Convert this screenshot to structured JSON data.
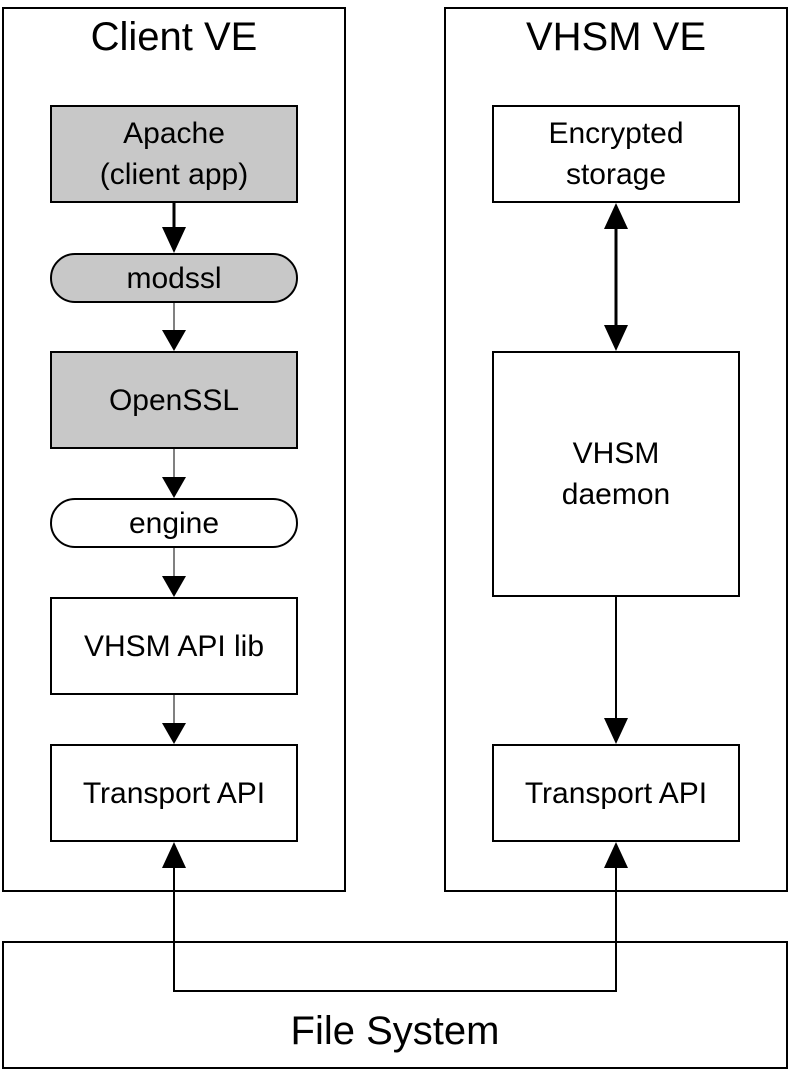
{
  "diagram": {
    "client_ve": {
      "title": "Client VE",
      "apache": {
        "line1": "Apache",
        "line2": "(client app)"
      },
      "modssl": "modssl",
      "openssl": "OpenSSL",
      "engine": "engine",
      "vhsm_api_lib": "VHSM API lib",
      "transport_api": "Transport API"
    },
    "vhsm_ve": {
      "title": "VHSM VE",
      "encrypted_storage": {
        "line1": "Encrypted",
        "line2": "storage"
      },
      "vhsm_daemon": {
        "line1": "VHSM",
        "line2": "daemon"
      },
      "transport_api": "Transport API"
    },
    "file_system": "File System"
  },
  "colors": {
    "highlight_fill": "#c8c8c8",
    "plain_fill": "#ffffff",
    "stroke": "#000000"
  }
}
